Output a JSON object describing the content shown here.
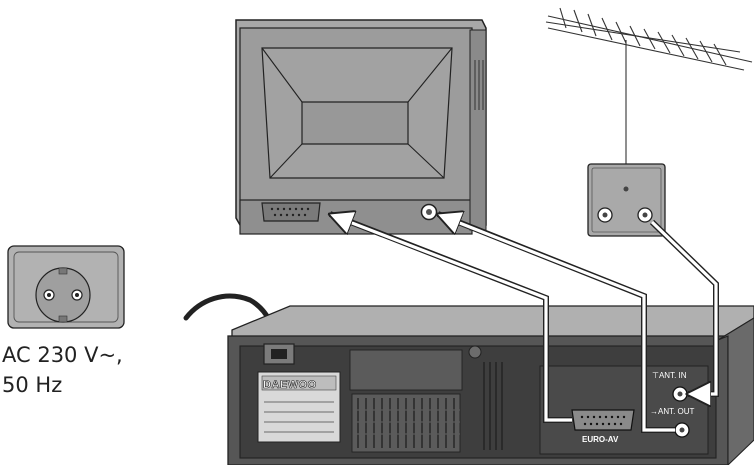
{
  "power": {
    "voltage_label": "AC 230 V~,",
    "frequency_label": "50 Hz"
  },
  "vcr": {
    "brand": "DAEWOO",
    "euro_av_label": "EURO-AV",
    "ant_in_label": "ANT. IN",
    "ant_out_label": "ANT. OUT"
  },
  "colors": {
    "device_gray": "#a6a6a6",
    "panel_dark": "#3a3a3a",
    "cable": "#ffffff"
  }
}
